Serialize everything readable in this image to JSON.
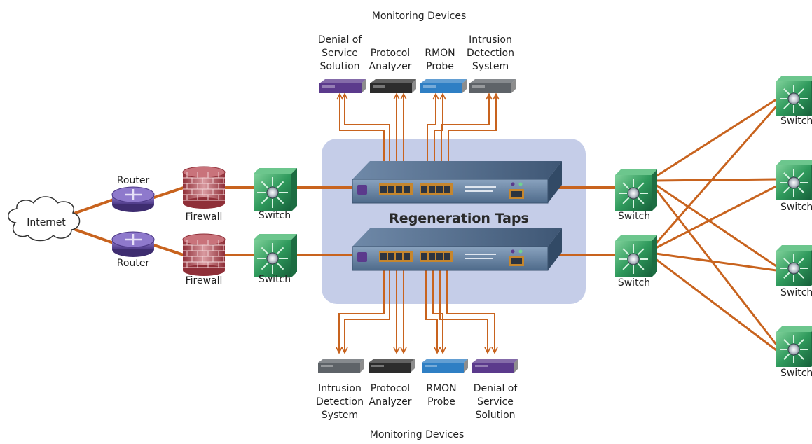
{
  "diagram": {
    "top_title": "Monitoring Devices",
    "bottom_title": "Monitoring Devices",
    "center_title": "Regeneration Taps",
    "internet_label": "Internet",
    "router_label": "Router",
    "firewall_label": "Firewall",
    "switch_label": "Switch",
    "right_switch_label": "Switch",
    "top_devices": [
      {
        "lines": [
          "Denial of",
          "Service",
          "Solution"
        ],
        "color": "#5b3a8c"
      },
      {
        "lines": [
          "Protocol",
          "Analyzer"
        ],
        "color": "#2c2c2c"
      },
      {
        "lines": [
          "RMON",
          "Probe"
        ],
        "color": "#2f7fc4"
      },
      {
        "lines": [
          "Intrusion",
          "Detection",
          "System"
        ],
        "color": "#5e6368"
      }
    ],
    "bottom_devices": [
      {
        "lines": [
          "Intrusion",
          "Detection",
          "System"
        ],
        "color": "#5e6368"
      },
      {
        "lines": [
          "Protocol",
          "Analyzer"
        ],
        "color": "#2c2c2c"
      },
      {
        "lines": [
          "RMON",
          "Probe"
        ],
        "color": "#2f7fc4"
      },
      {
        "lines": [
          "Denial of",
          "Service",
          "Solution"
        ],
        "color": "#5b3a8c"
      }
    ],
    "colors": {
      "cable": "#c8631e",
      "tap_panel": "#c5cde8",
      "switch_green": "#2f9a5c",
      "router_purple": "#6b56a8",
      "firewall_red": "#a8424a"
    }
  }
}
